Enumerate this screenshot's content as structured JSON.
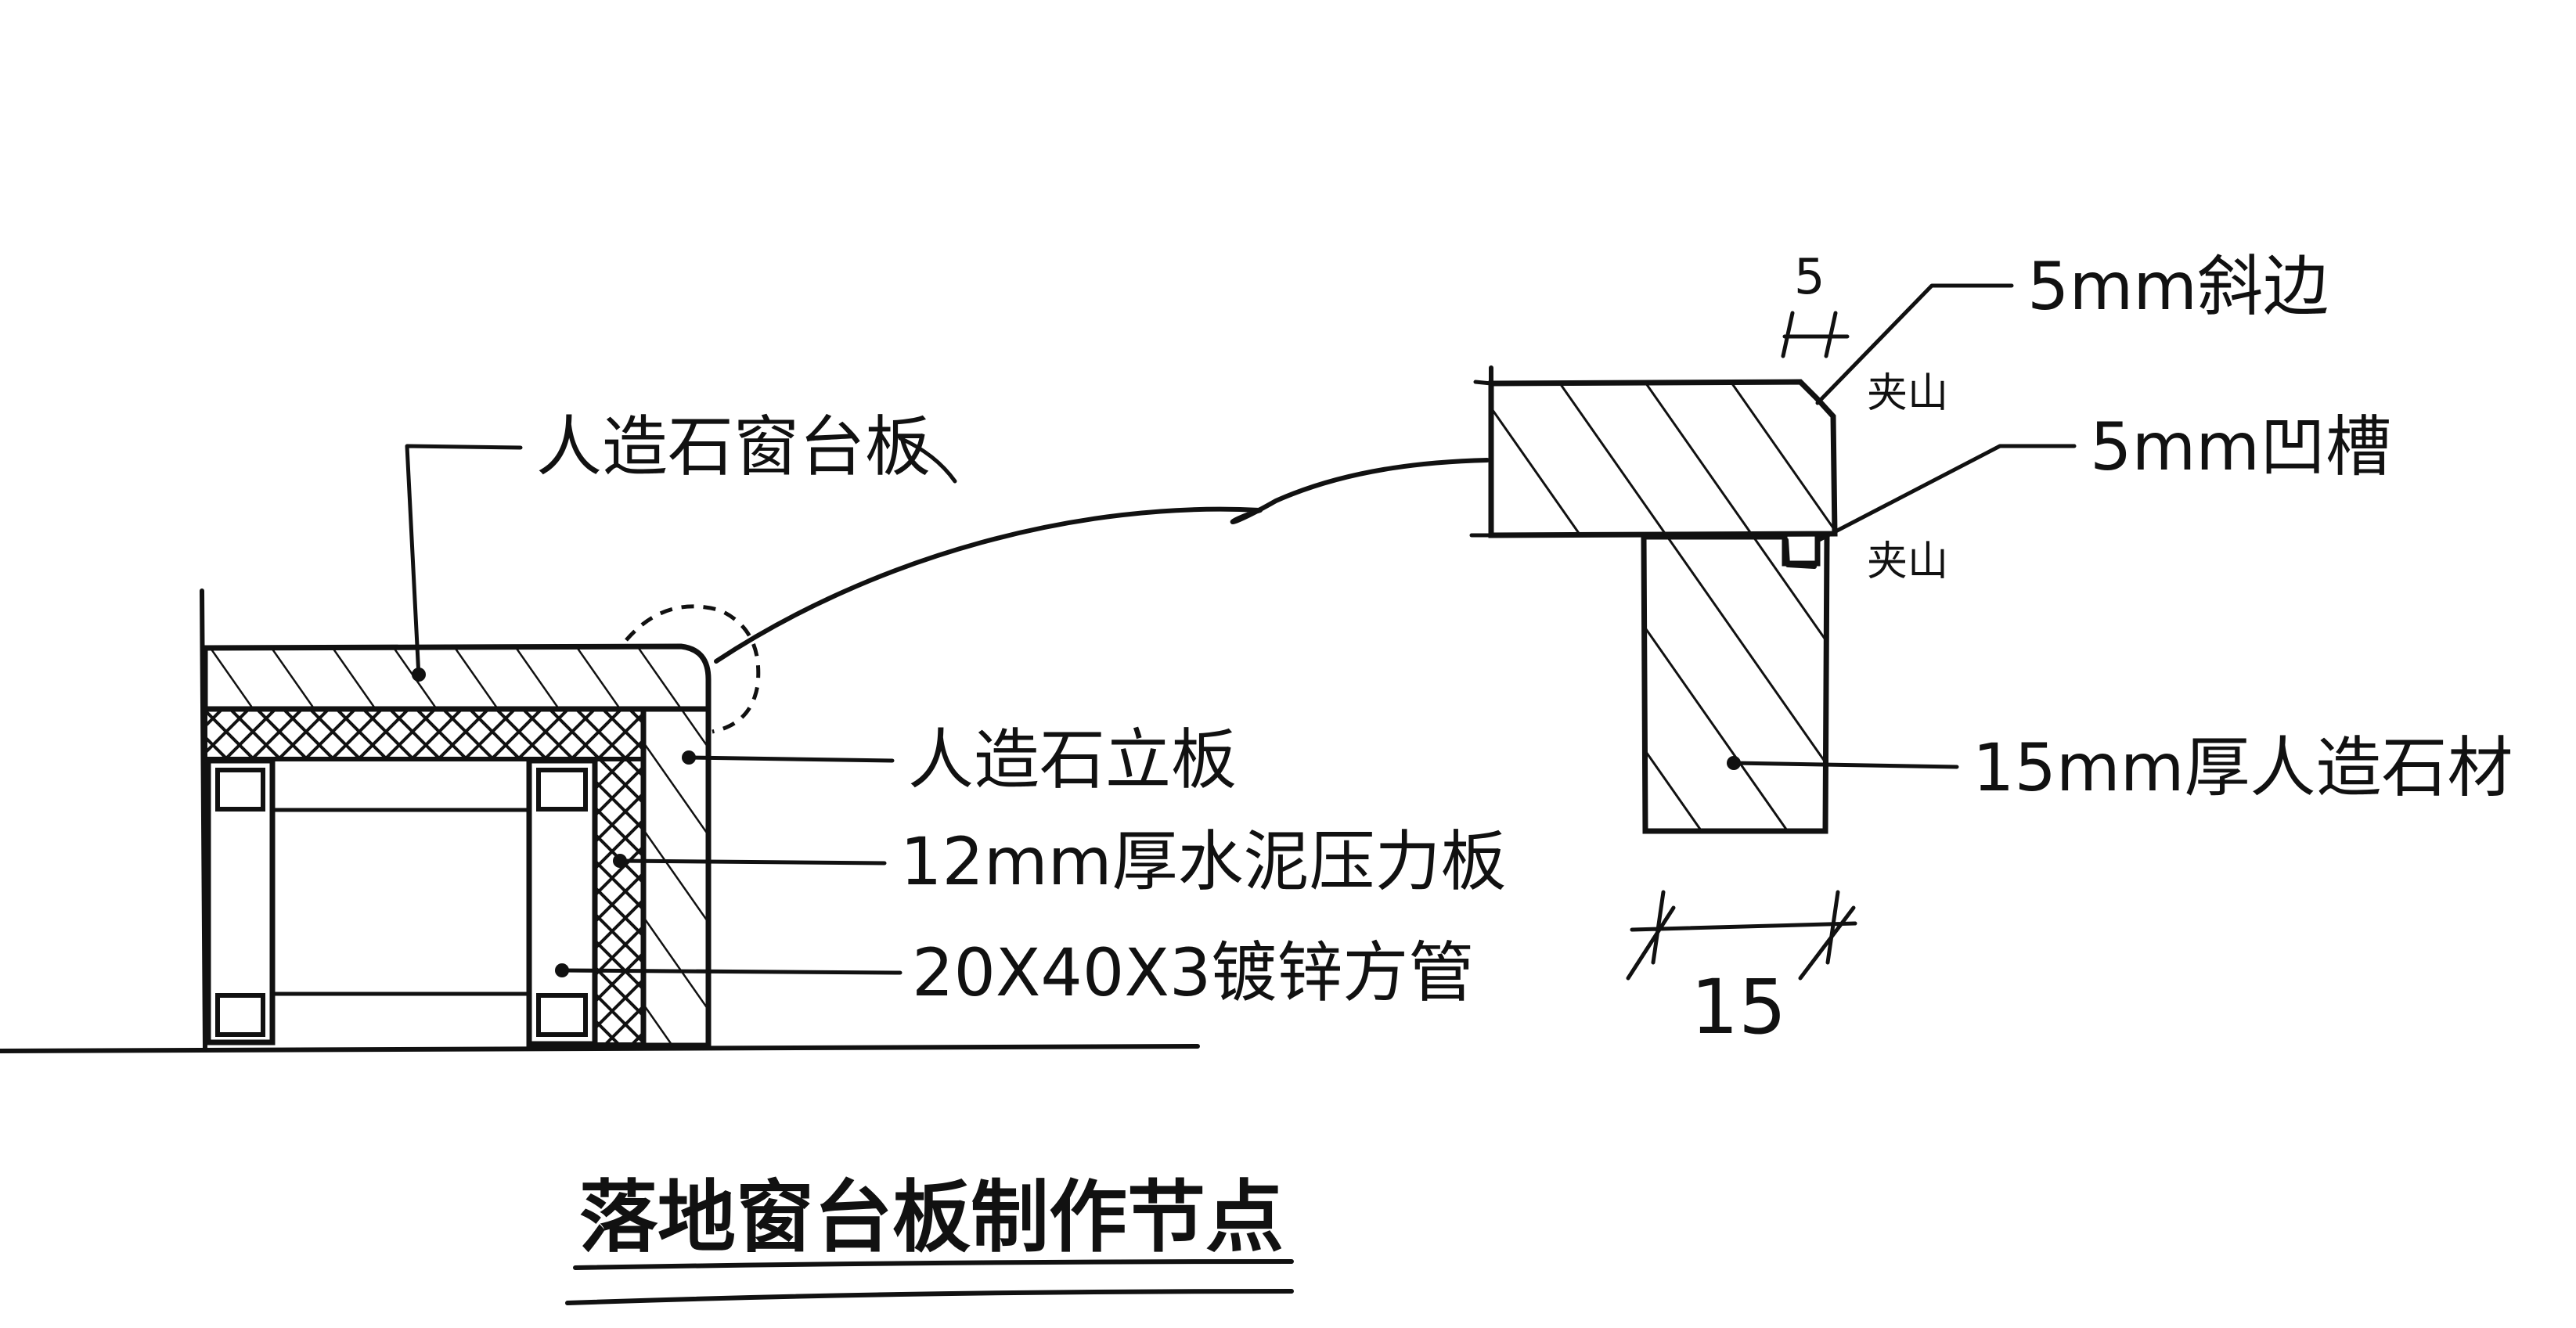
{
  "labels": {
    "sill_board": "人造石窗台板",
    "vertical_board": "人造石立板",
    "cement_board": "12mm厚水泥压力板",
    "steel_tube": "20X40X3镀锌方管",
    "bevel": "5mm斜边",
    "groove": "5mm凹槽",
    "stone_15mm": "15mm厚人造石材",
    "bevel_dim": "5",
    "cut_1": "夹山",
    "cut_2": "夹山",
    "width_dim": "15"
  },
  "title": "落地窗台板制作节点",
  "colors": {
    "ink": "#111111",
    "paper": "#ffffff"
  }
}
